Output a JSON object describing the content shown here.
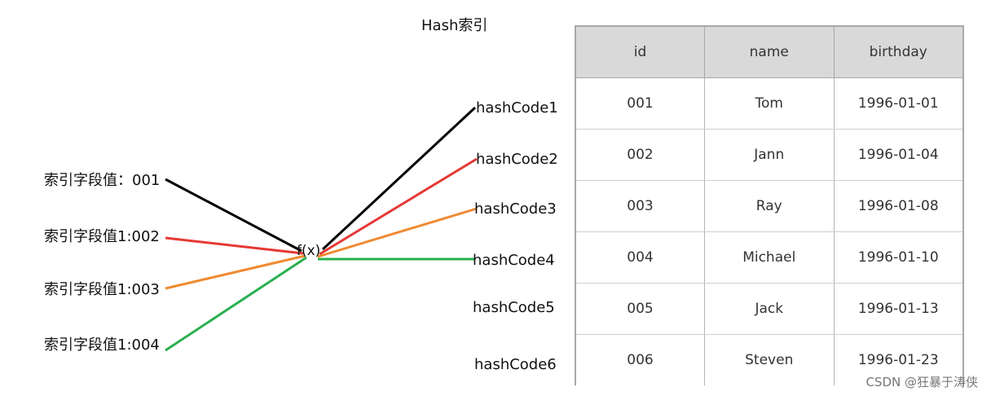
{
  "diagram": {
    "title": "Hash索引",
    "function_label": "f(x)",
    "inputs": [
      {
        "label": "索引字段值：001",
        "color": "#000000"
      },
      {
        "label": "索引字段值1:002",
        "color": "#e53935"
      },
      {
        "label": "索引字段值1:003",
        "color": "#f08a30"
      },
      {
        "label": "索引字段值1:004",
        "color": "#2ab04f"
      }
    ],
    "outputs": [
      {
        "label": "hashCode1",
        "color": "#000000"
      },
      {
        "label": "hashCode2",
        "color": "#e53935"
      },
      {
        "label": "hashCode3",
        "color": "#f08a30"
      },
      {
        "label": "hashCode4",
        "color": "#2ab04f"
      },
      {
        "label": "hashCode5"
      },
      {
        "label": "hashCode6"
      }
    ]
  },
  "table": {
    "headers": [
      "id",
      "name",
      "birthday"
    ],
    "rows": [
      [
        "001",
        "Tom",
        "1996-01-01"
      ],
      [
        "002",
        "Jann",
        "1996-01-04"
      ],
      [
        "003",
        "Ray",
        "1996-01-08"
      ],
      [
        "004",
        "Michael",
        "1996-01-10"
      ],
      [
        "005",
        "Jack",
        "1996-01-13"
      ],
      [
        "006",
        "Steven",
        "1996-01-23"
      ]
    ]
  },
  "watermark": "CSDN @狂暴于涛侠"
}
